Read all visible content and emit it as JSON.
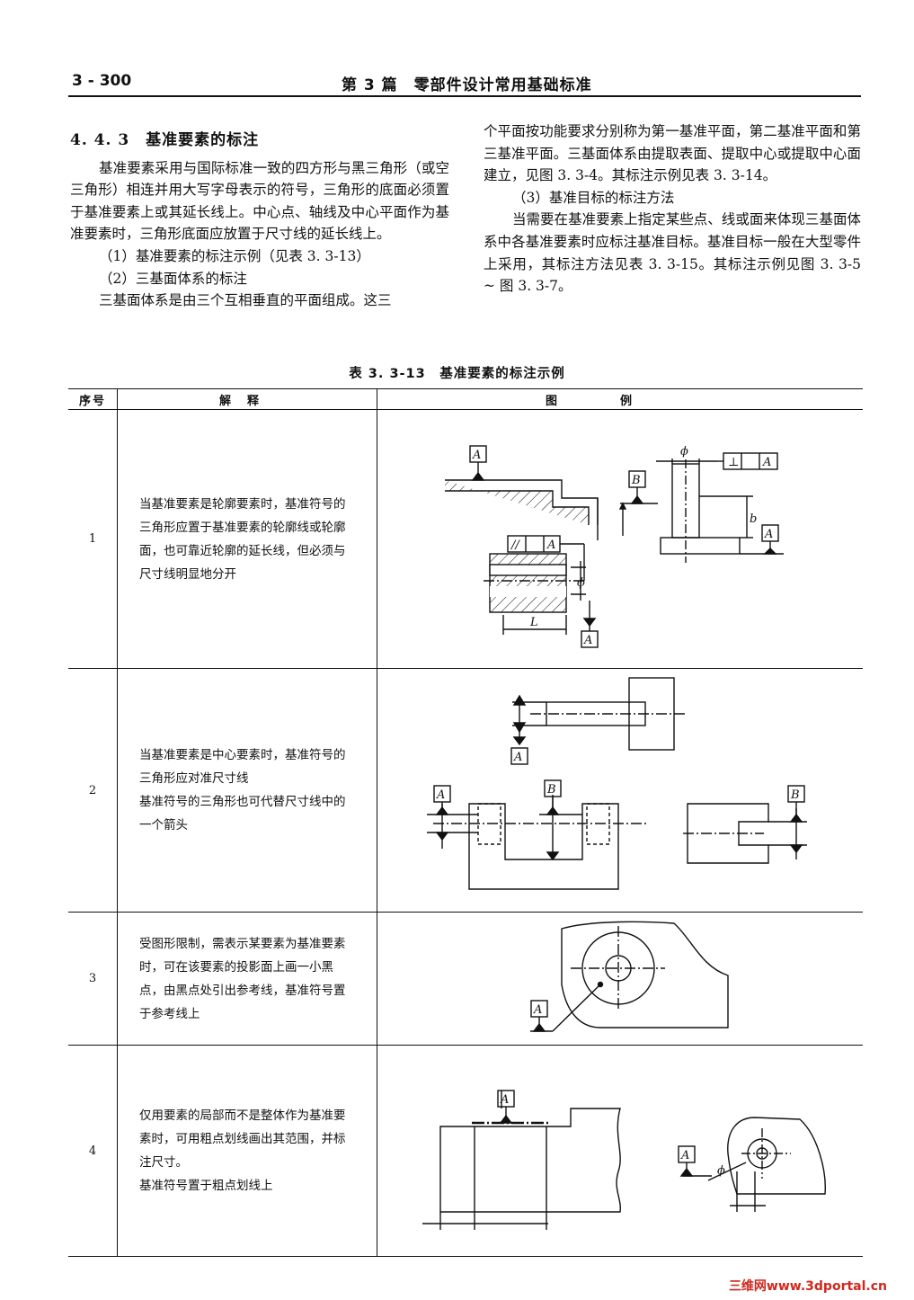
{
  "header": {
    "page_number": "3 - 300",
    "part_title": "第 3 篇　零部件设计常用基础标准"
  },
  "section": {
    "heading": "4. 4. 3　基准要素的标注",
    "left_paragraphs": [
      "基准要素采用与国际标准一致的四方形与黑三角形（或空三角形）相连并用大写字母表示的符号，三角形的底面必须置于基准要素上或其延长线上。中心点、轴线及中心平面作为基准要素时，三角形底面应放置于尺寸线的延长线上。",
      "（1）基准要素的标注示例（见表 3. 3-13）",
      "（2）三基面体系的标注",
      "三基面体系是由三个互相垂直的平面组成。这三"
    ],
    "right_paragraphs": [
      "个平面按功能要求分别称为第一基准平面，第二基准平面和第三基准平面。三基面体系由提取表面、提取中心或提取中心面建立，见图 3. 3-4。其标注示例见表 3. 3-14。",
      "（3）基准目标的标注方法",
      "当需要在基准要素上指定某些点、线或面来体现三基面体系中各基准要素时应标注基准目标。基准目标一般在大型零件上采用，其标注方法见表 3. 3-15。其标注示例见图 3. 3-5 ~ 图 3. 3-7。"
    ]
  },
  "table": {
    "caption": "表 3. 3-13　基准要素的标注示例",
    "headers": [
      "序号",
      "解释",
      "图例"
    ],
    "rows": [
      {
        "no": "1",
        "lines": [
          "当基准要素是轮廓要素时，基准符号的三角形应置于基准要素的轮廓线或轮廓面，也可靠近轮廓的延长线，但必须与尺寸线明显地分开"
        ]
      },
      {
        "no": "2",
        "lines": [
          "当基准要素是中心要素时，基准符号的三角形应对准尺寸线",
          "基准符号的三角形也可代替尺寸线中的一个箭头"
        ]
      },
      {
        "no": "3",
        "lines": [
          "受图形限制，需表示某要素为基准要素时，可在该要素的投影面上画一小黑点，由黑点处引出参考线，基准符号置于参考线上"
        ]
      },
      {
        "no": "4",
        "lines": [
          "仅用要素的局部而不是整体作为基准要素时，可用粗点划线画出其范围，并标注尺寸。",
          "基准符号置于粗点划线上"
        ]
      }
    ]
  },
  "figure_labels": {
    "A": "A",
    "B": "B",
    "L": "L",
    "b": "b",
    "phi": "ϕ",
    "parallel": "//",
    "perp": "⊥"
  },
  "watermark": "三维网www.3dportal.cn"
}
